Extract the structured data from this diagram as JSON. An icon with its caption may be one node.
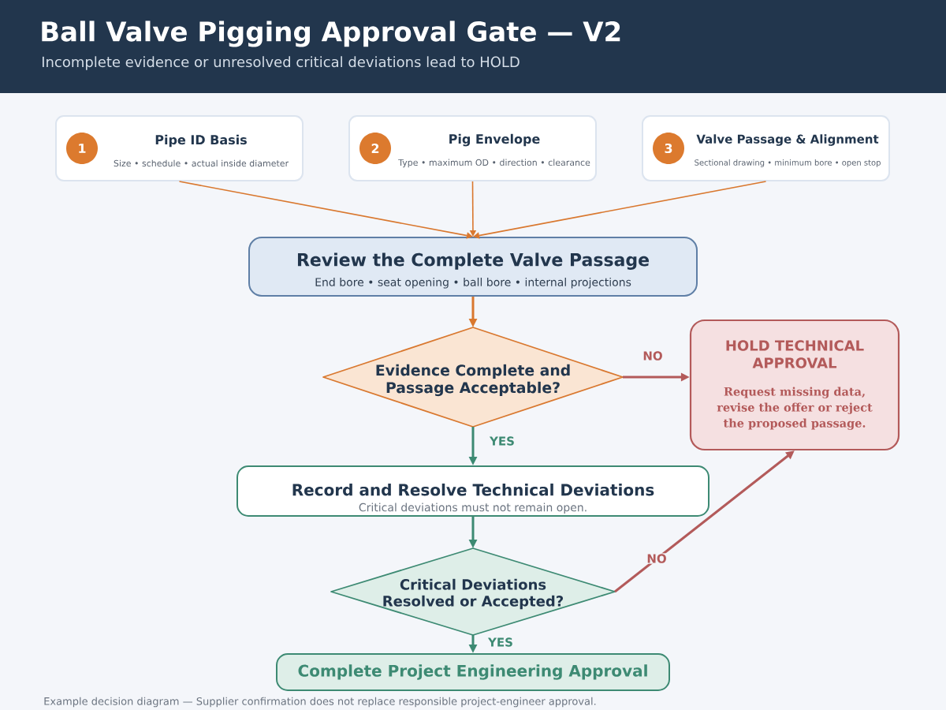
{
  "diagram": {
    "title": "Ball Valve Pigging Approval Gate — V2",
    "caption": "Example decision diagram — Supplier confirmation does not replace responsible project-engineer approval.",
    "nodes": [
      {
        "text": [
          "Pipe ID Basis",
          "Size • schedule • actual inside diameter"
        ]
      },
      {
        "text": [
          "1"
        ],
        "in": 0
      },
      {
        "text": [
          "Pig Envelope",
          "Type • maximum OD • direction • clearance"
        ]
      },
      {
        "text": [
          "2"
        ],
        "in": 2
      },
      {
        "text": [
          "Valve Passage & Alignment",
          "Sectional drawing • minimum bore • open stop"
        ]
      },
      {
        "text": [
          "3"
        ],
        "in": 4
      },
      {
        "text": [
          "Review the Complete Valve Passage",
          "End bore • seat opening • ball bore • internal projections"
        ]
      },
      {
        "text": [
          "Evidence Complete and Passage Acceptable?"
        ]
      },
      {
        "text": [
          "HOLD TECHNICAL APPROVAL",
          "Request missing data, revise the offer or reject the proposed passage."
        ]
      },
      {
        "text": [
          "Record and Resolve Technical Deviations",
          "Critical deviations must not remain open."
        ]
      },
      {
        "text": [
          "Critical Deviations Resolved or Accepted?"
        ]
      },
      {
        "text": [
          "Complete Project Engineering Approval"
        ]
      }
    ],
    "edges": [
      {
        "from": 0,
        "to": 6,
        "arrow": "to"
      },
      {
        "from": 2,
        "to": 6,
        "arrow": "to"
      },
      {
        "from": 4,
        "to": 6,
        "arrow": "to"
      },
      {
        "from": 6,
        "to": 7,
        "arrow": "to"
      },
      {
        "from": 7,
        "to": 8,
        "arrow": "to",
        "label": "NO",
        "color": "#b35a5a"
      },
      {
        "from": 7,
        "to": 9,
        "arrow": "to",
        "label": "YES",
        "color": "#3d8a73"
      },
      {
        "from": 9,
        "to": 10,
        "arrow": "to",
        "color": "#3d8a73"
      },
      {
        "from": 10,
        "to": 8,
        "arrow": "to",
        "label": "NO",
        "color": "#b35a5a"
      },
      {
        "from": 10,
        "to": 11,
        "arrow": "to",
        "label": "YES",
        "color": "#3d8a73"
      }
    ],
    "labels": [
      "Incomplete evidence or unresolved critical deviations lead to HOLD"
    ]
  }
}
